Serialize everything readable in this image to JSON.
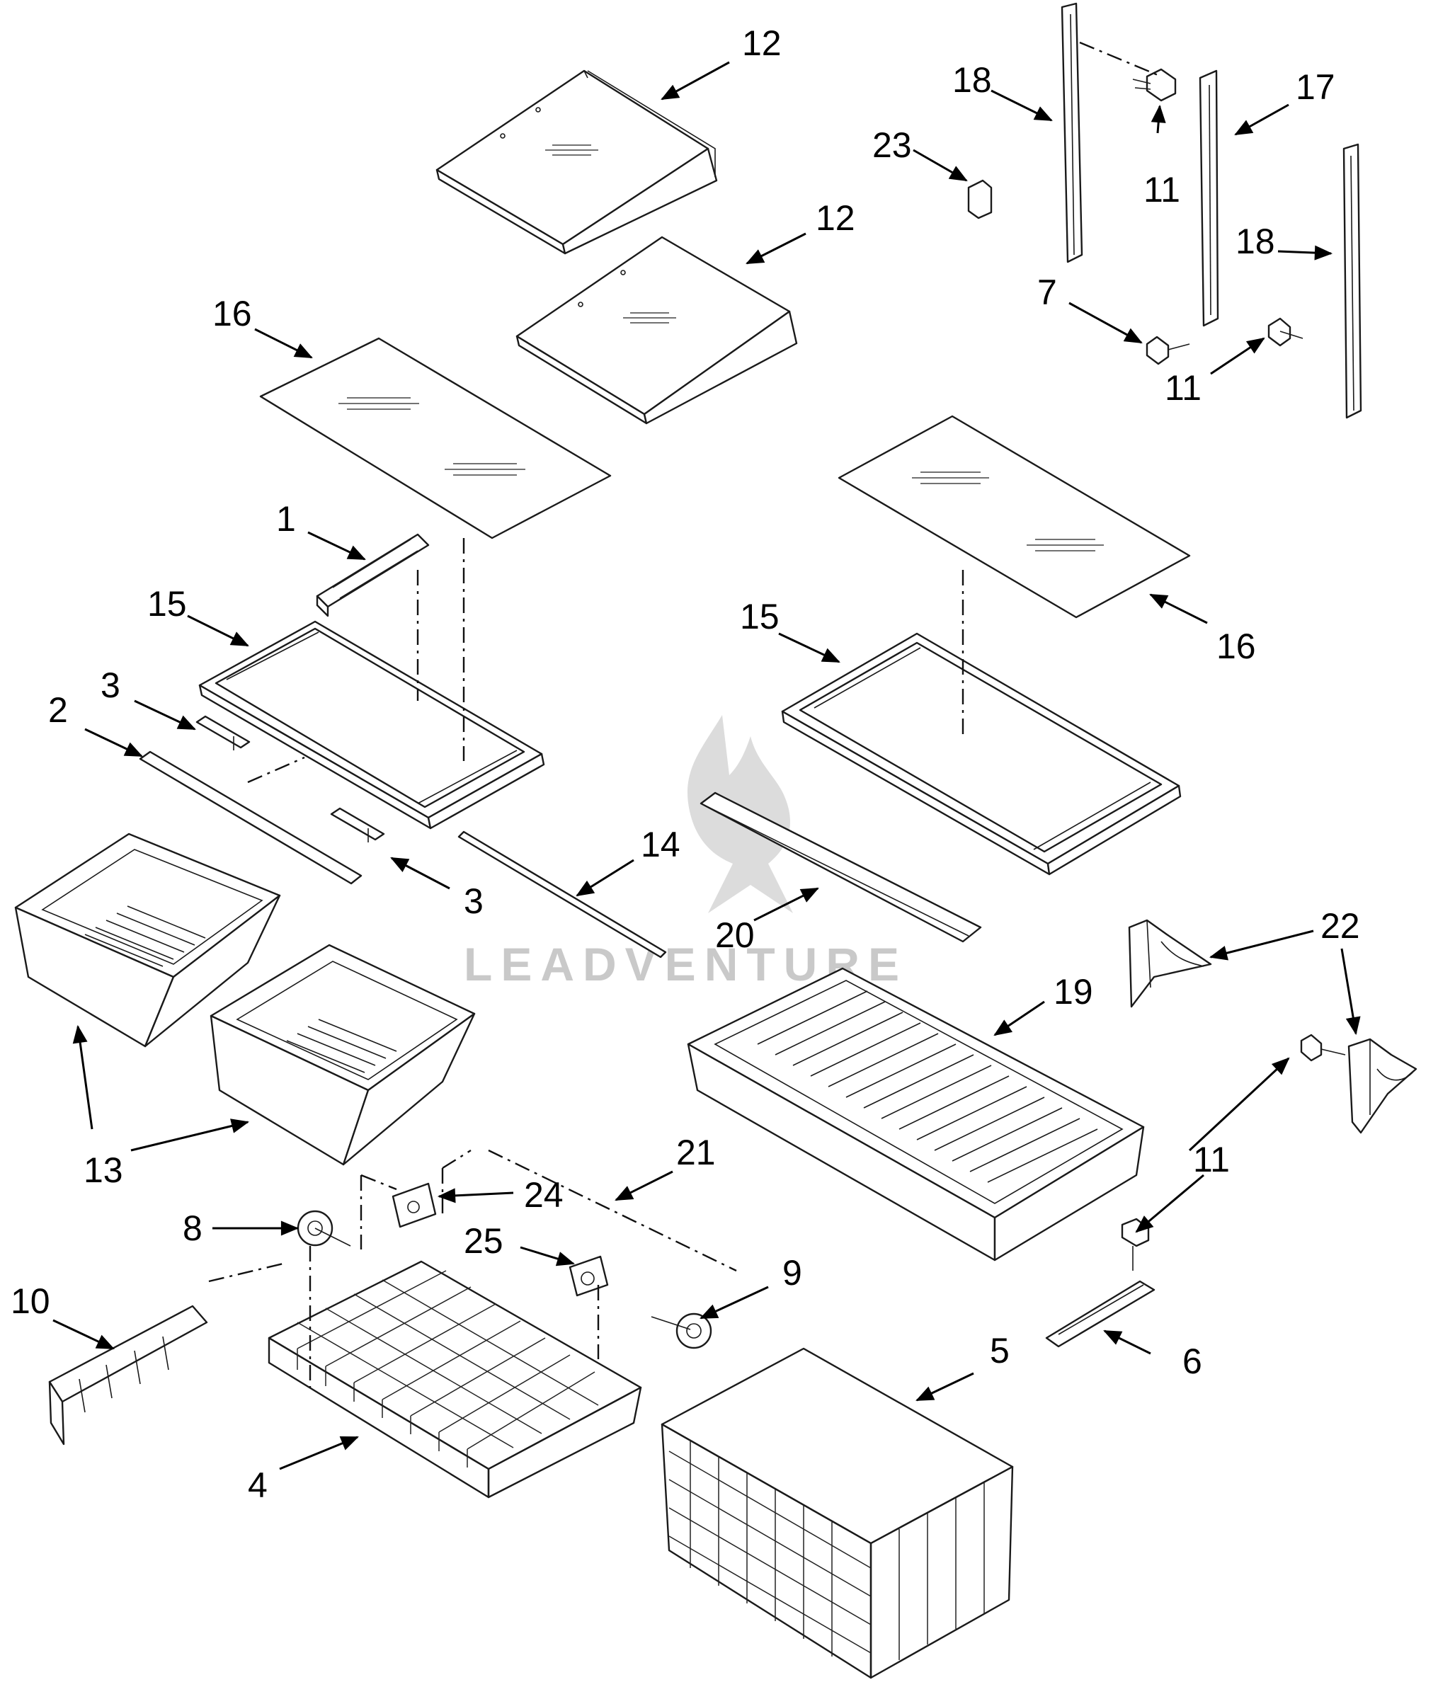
{
  "diagram": {
    "watermark": "LEADVENTURE",
    "callouts": [
      {
        "id": "c12a",
        "label": "12"
      },
      {
        "id": "c12b",
        "label": "12"
      },
      {
        "id": "c16a",
        "label": "16"
      },
      {
        "id": "c16b",
        "label": "16"
      },
      {
        "id": "c1",
        "label": "1"
      },
      {
        "id": "c15a",
        "label": "15"
      },
      {
        "id": "c15b",
        "label": "15"
      },
      {
        "id": "c2",
        "label": "2"
      },
      {
        "id": "c3a",
        "label": "3"
      },
      {
        "id": "c3b",
        "label": "3"
      },
      {
        "id": "c14",
        "label": "14"
      },
      {
        "id": "c20",
        "label": "20"
      },
      {
        "id": "c13",
        "label": "13"
      },
      {
        "id": "c19",
        "label": "19"
      },
      {
        "id": "c22",
        "label": "22"
      },
      {
        "id": "c11a",
        "label": "11"
      },
      {
        "id": "c11b",
        "label": "11"
      },
      {
        "id": "c11c",
        "label": "11"
      },
      {
        "id": "c18a",
        "label": "18"
      },
      {
        "id": "c18b",
        "label": "18"
      },
      {
        "id": "c17",
        "label": "17"
      },
      {
        "id": "c23",
        "label": "23"
      },
      {
        "id": "c7",
        "label": "7"
      },
      {
        "id": "c21",
        "label": "21"
      },
      {
        "id": "c24",
        "label": "24"
      },
      {
        "id": "c25",
        "label": "25"
      },
      {
        "id": "c8",
        "label": "8"
      },
      {
        "id": "c9",
        "label": "9"
      },
      {
        "id": "c10",
        "label": "10"
      },
      {
        "id": "c4",
        "label": "4"
      },
      {
        "id": "c5",
        "label": "5"
      },
      {
        "id": "c6",
        "label": "6"
      }
    ]
  }
}
